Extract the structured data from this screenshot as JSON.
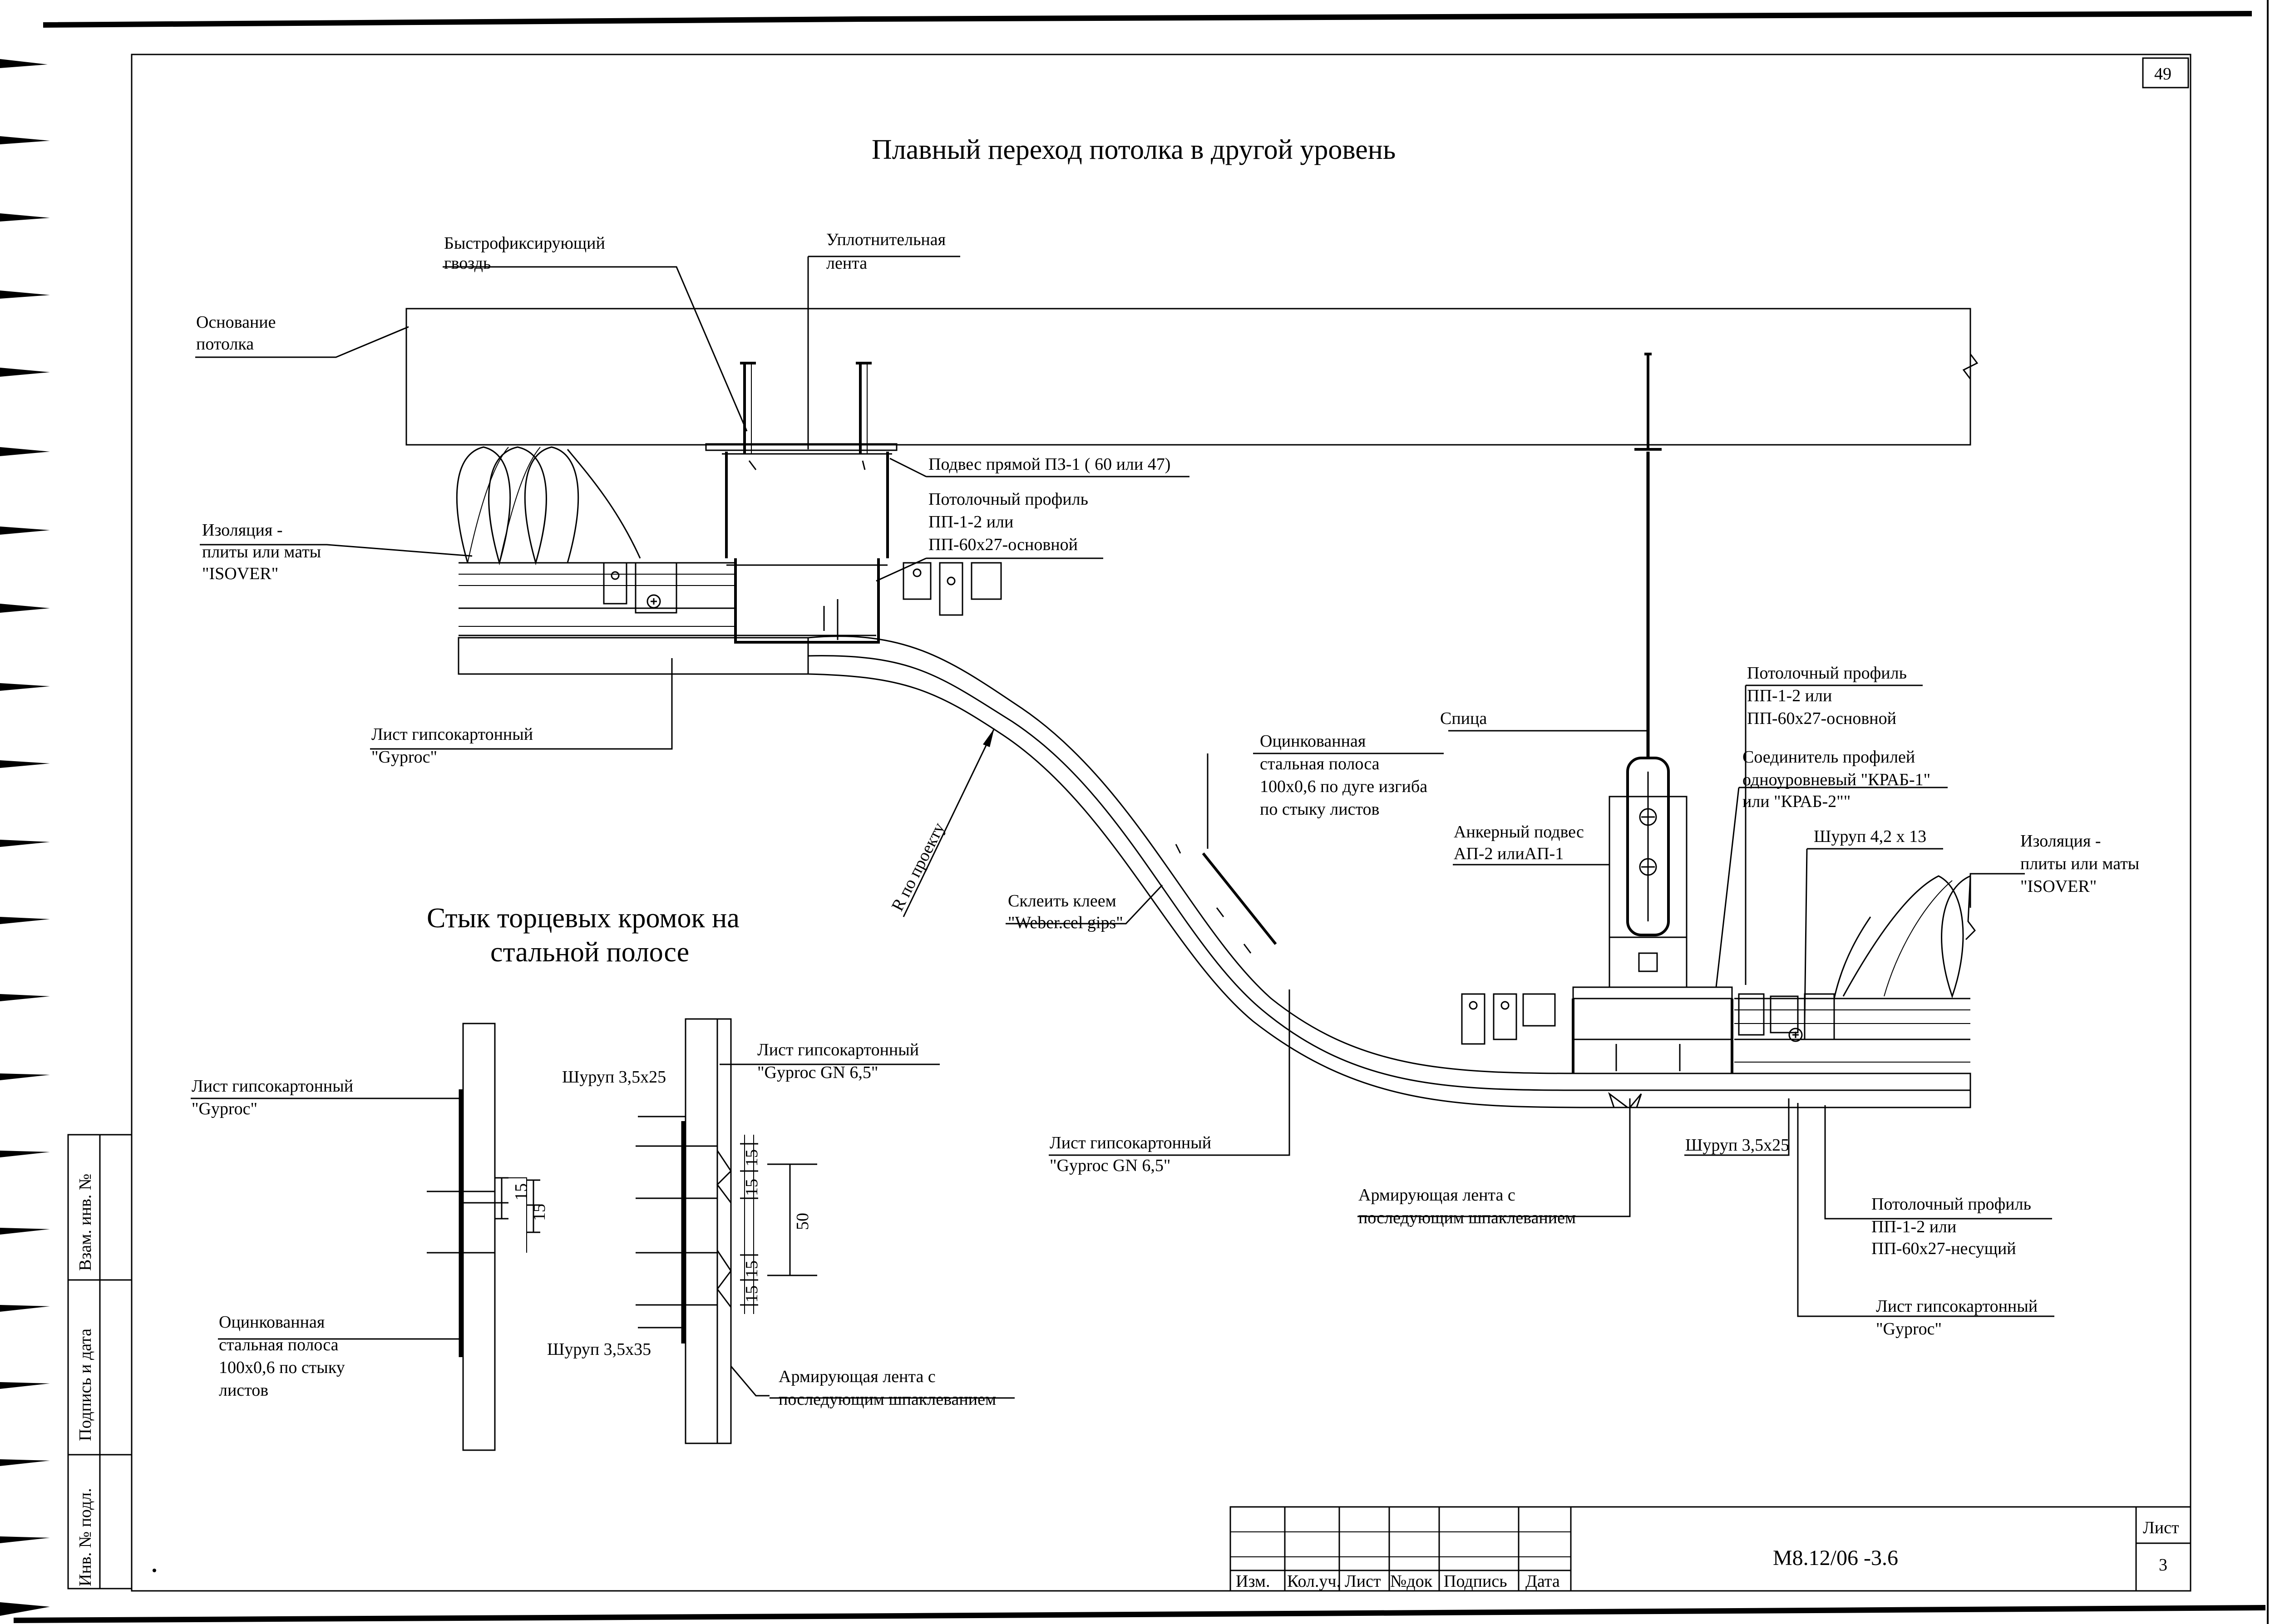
{
  "page_number": "49",
  "title": "Плавный переход потолка в другой уровень",
  "section_title": [
    "Стык торцевых кромок на",
    "стальной полосе"
  ],
  "labels": {
    "nail": [
      "Быстрофиксирующий",
      "гвоздь"
    ],
    "seal_tape": [
      "Уплотнительная",
      "лента"
    ],
    "base": [
      "Основание",
      "потолка"
    ],
    "hanger_direct": "Подвес прямой ПЗ-1 ( 60 или 47)",
    "profile_top": [
      "Потолочный профиль",
      "ПП-1-2 или",
      "ПП-60х27-основной"
    ],
    "insulation_left": [
      "Изоляция -",
      "плиты или маты",
      "\"ISOVER\""
    ],
    "gypsum_gyproc_1": [
      "Лист гипсокартонный",
      "\"Gyproc\""
    ],
    "galv_strip_arc": [
      "Оцинкованная",
      "стальная полоса",
      "100х0,6 по дуге изгиба",
      "по стыку листов"
    ],
    "radius": "R по проекту",
    "glue": [
      "Склеить клеем",
      "\"Weber.cel gips\""
    ],
    "gypsum_gn_arc": [
      "Лист гипсокартонный",
      "\"Gyproc GN 6,5\""
    ],
    "spoke": "Спица",
    "profile_right_top": [
      "Потолочный профиль",
      "ПП-1-2 или",
      "ПП-60х27-основной"
    ],
    "connector": [
      "Соединитель профилей",
      "одноуровневый \"КРАБ-1\"",
      "или \"КРАБ-2\"\""
    ],
    "anchor": [
      "Анкерный подвес",
      "АП-2 илиАП-1"
    ],
    "screw_42": "Шуруп 4,2 х 13",
    "insulation_right": [
      "Изоляция -",
      "плиты или маты",
      "\"ISOVER\""
    ],
    "screw_35_right": "Шуруп 3,5х25",
    "reinforce_right": [
      "Армирующая лента с",
      "последующим шпаклеванием"
    ],
    "profile_bearing": [
      "Потолочный профиль",
      "ПП-1-2 или",
      "ПП-60х27-несущий"
    ],
    "gypsum_gyproc_2": [
      "Лист гипсокартонный",
      "\"Gyproc\""
    ],
    "detail_gypsum_left": [
      "Лист гипсокартонный",
      "\"Gyproc\""
    ],
    "detail_strip": [
      "Оцинкованная",
      "стальная полоса",
      "100х0,6  по стыку",
      "листов"
    ],
    "detail_screw_25": "Шуруп 3,5х25",
    "detail_screw_35": "Шуруп 3,5х35",
    "detail_gypsum_gn": [
      "Лист гипсокартонный",
      "\"Gyproc GN 6,5\""
    ],
    "detail_reinforce": [
      "Армирующая лента с",
      "последующим шпаклеванием"
    ],
    "dim_15": "15",
    "dim_50": "50"
  },
  "side_stamp": [
    "Взам. инв. №",
    "Подпись и дата",
    "Инв. № подл."
  ],
  "title_block": {
    "columns": [
      "Изм.",
      "Кол.уч.",
      "Лист",
      "№док",
      "Подпись",
      "Дата"
    ],
    "code": "М8.12/06 -3.6",
    "sheet_label": "Лист",
    "sheet_number": "3"
  }
}
